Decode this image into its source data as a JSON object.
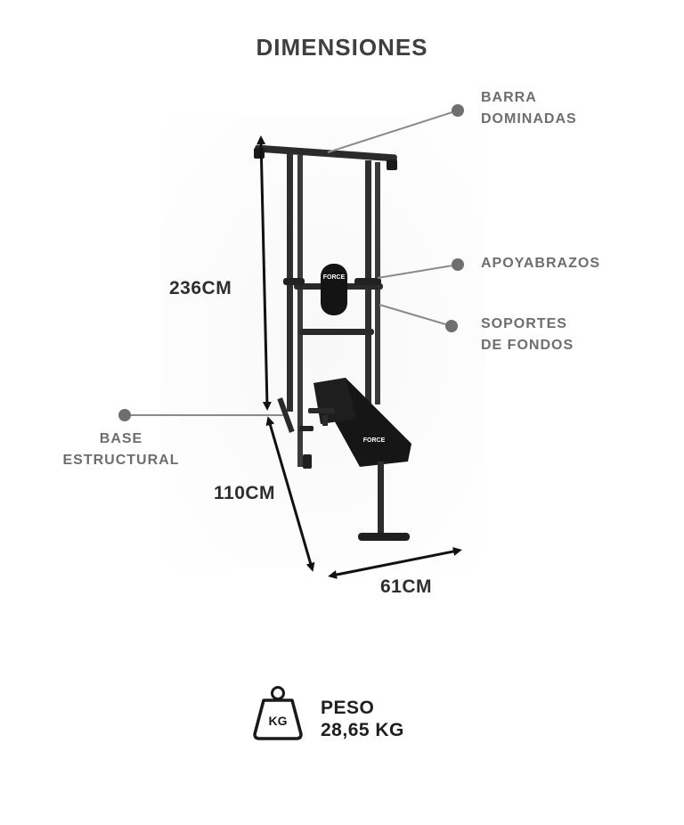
{
  "title": "DIMENSIONES",
  "labels": {
    "pullup_bar_line1": "BARRA",
    "pullup_bar_line2": "DOMINADAS",
    "armrests": "APOYABRAZOS",
    "dip_supports_line1": "SOPORTES",
    "dip_supports_line2": "DE FONDOS",
    "base_line1": "BASE",
    "base_line2": "ESTRUCTURAL"
  },
  "dimensions": {
    "height": "236CM",
    "length": "110CM",
    "width": "61CM"
  },
  "brand_logo": "FORCE",
  "weight": {
    "icon_text": "KG",
    "label": "PESO",
    "value": "28,65 KG"
  },
  "colors": {
    "title": "#3f3f3f",
    "callout_label": "#6e6e6e",
    "callout_line": "#8a8a8a",
    "frame": "#2a2a2a",
    "arrow": "#111111"
  },
  "icons": [
    "weight-kg-icon"
  ]
}
